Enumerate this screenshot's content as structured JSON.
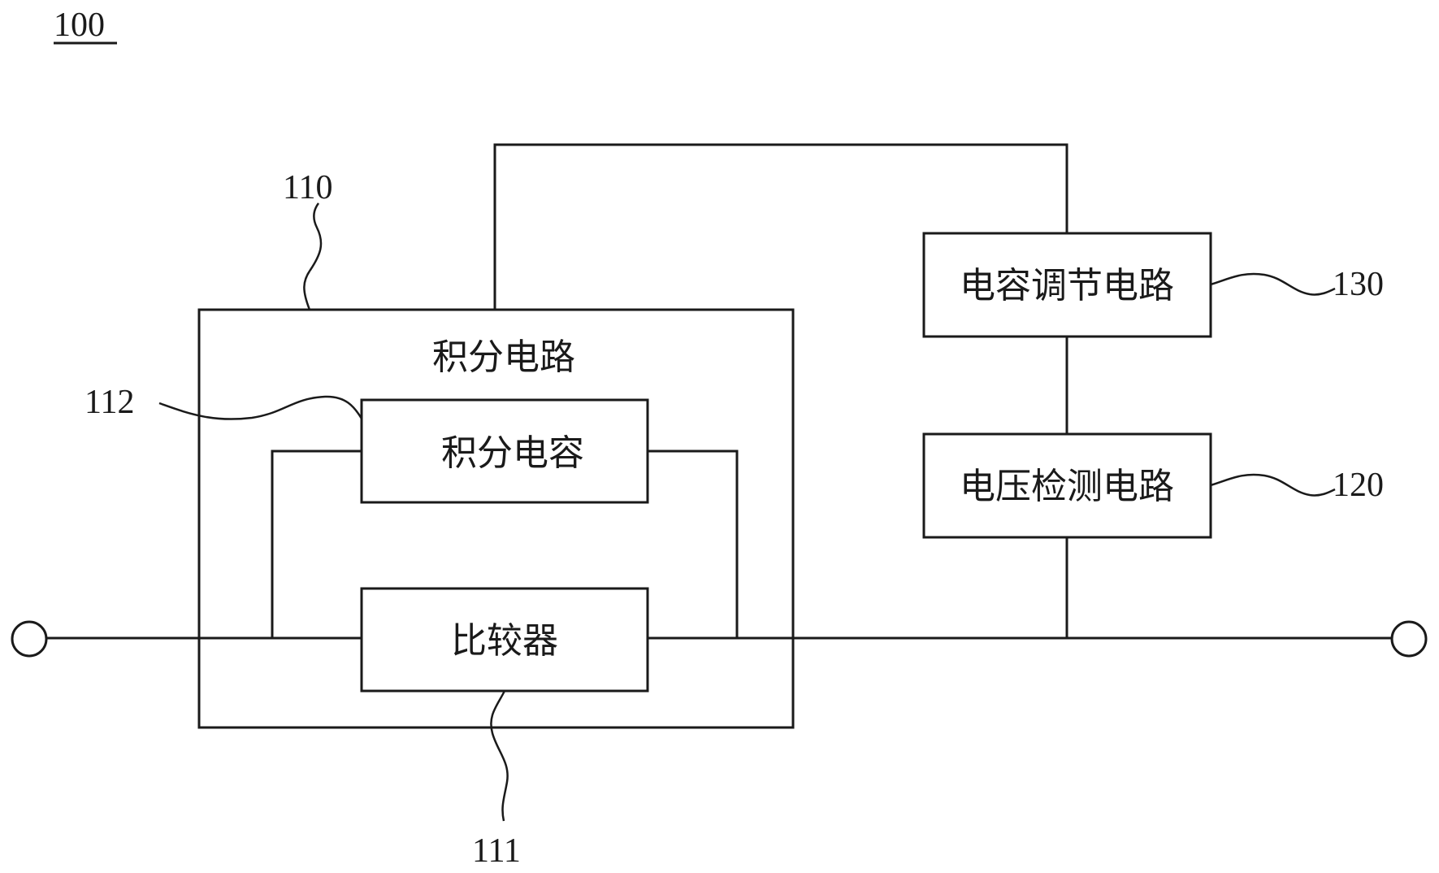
{
  "figure_number": "100",
  "blocks": {
    "integrating_circuit": {
      "label": "积分电路",
      "ref": "110"
    },
    "integrating_capacitor": {
      "label": "积分电容",
      "ref": "112"
    },
    "comparator": {
      "label": "比较器",
      "ref": "111"
    },
    "capacitance_adjust_circuit": {
      "label": "电容调节电路",
      "ref": "130"
    },
    "voltage_detect_circuit": {
      "label": "电压检测电路",
      "ref": "120"
    }
  }
}
